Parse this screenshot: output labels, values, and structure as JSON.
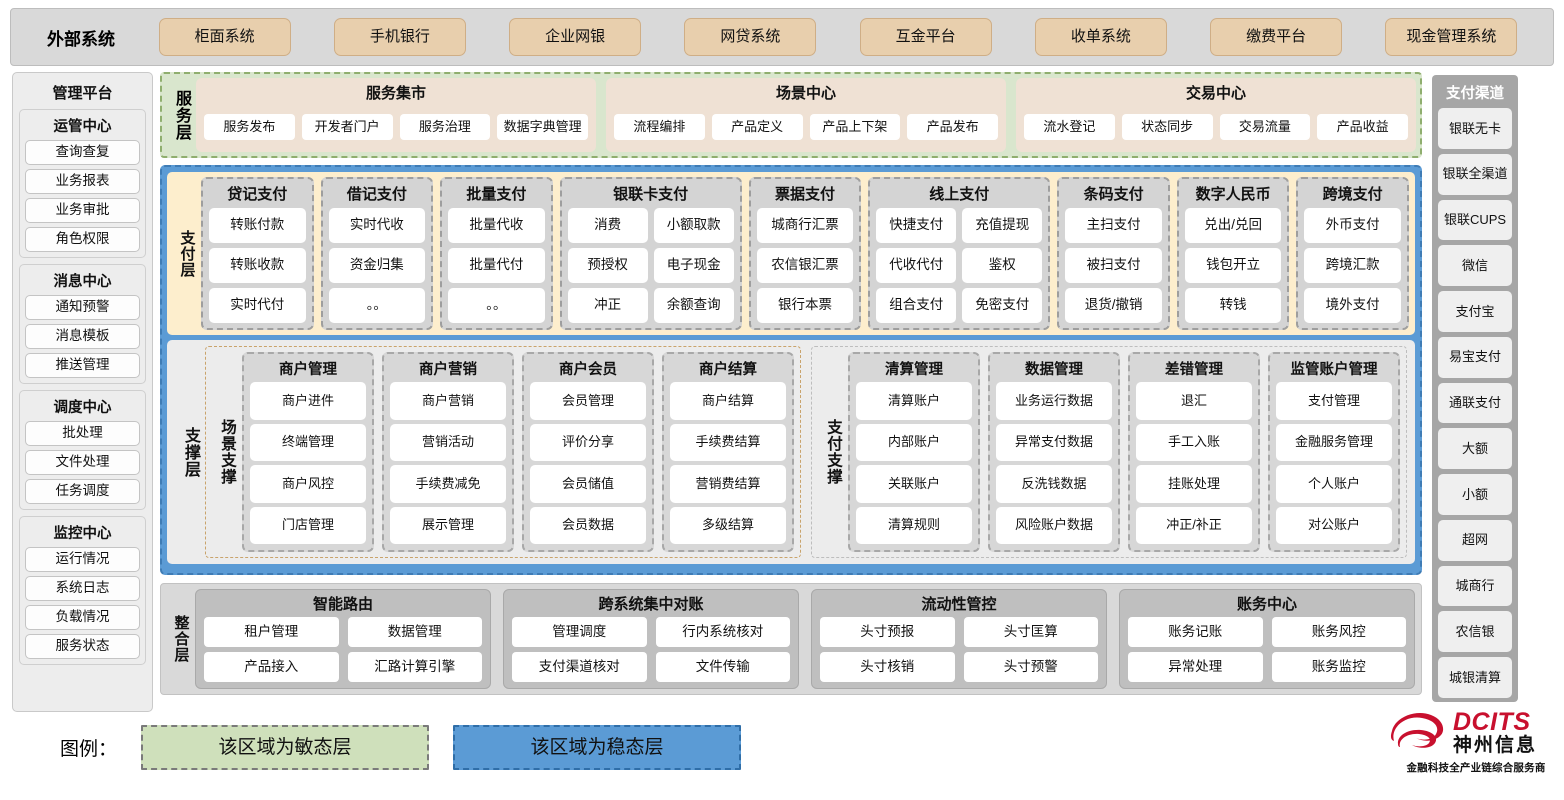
{
  "external_systems": {
    "title": "外部系统",
    "items": [
      "柜面系统",
      "手机银行",
      "企业网银",
      "网贷系统",
      "互金平台",
      "收单系统",
      "缴费平台",
      "现金管理系统"
    ]
  },
  "management_platform": {
    "title": "管理平台",
    "groups": [
      {
        "title": "运管中心",
        "items": [
          "查询查复",
          "业务报表",
          "业务审批",
          "角色权限"
        ]
      },
      {
        "title": "消息中心",
        "items": [
          "通知预警",
          "消息模板",
          "推送管理"
        ]
      },
      {
        "title": "调度中心",
        "items": [
          "批处理",
          "文件处理",
          "任务调度"
        ]
      },
      {
        "title": "监控中心",
        "items": [
          "运行情况",
          "系统日志",
          "负载情况",
          "服务状态"
        ]
      }
    ]
  },
  "service_layer": {
    "label": "服务层",
    "groups": [
      {
        "title": "服务集市",
        "items": [
          "服务发布",
          "开发者门户",
          "服务治理",
          "数据字典管理"
        ]
      },
      {
        "title": "场景中心",
        "items": [
          "流程编排",
          "产品定义",
          "产品上下架",
          "产品发布"
        ]
      },
      {
        "title": "交易中心",
        "items": [
          "流水登记",
          "状态同步",
          "交易流量",
          "产品收益"
        ]
      }
    ]
  },
  "payment_layer": {
    "label": "支付层",
    "groups": [
      {
        "title": "贷记支付",
        "cols": 1,
        "items": [
          "转账付款",
          "转账收款",
          "实时代付"
        ]
      },
      {
        "title": "借记支付",
        "cols": 1,
        "items": [
          "实时代收",
          "资金归集",
          "。。"
        ]
      },
      {
        "title": "批量支付",
        "cols": 1,
        "items": [
          "批量代收",
          "批量代付",
          "。。"
        ]
      },
      {
        "title": "银联卡支付",
        "cols": 2,
        "items": [
          "消费",
          "小额取款",
          "预授权",
          "电子现金",
          "冲正",
          "余额查询"
        ]
      },
      {
        "title": "票据支付",
        "cols": 1,
        "items": [
          "城商行汇票",
          "农信银汇票",
          "银行本票"
        ]
      },
      {
        "title": "线上支付",
        "cols": 2,
        "items": [
          "快捷支付",
          "充值提现",
          "代收代付",
          "鉴权",
          "组合支付",
          "免密支付"
        ]
      },
      {
        "title": "条码支付",
        "cols": 1,
        "items": [
          "主扫支付",
          "被扫支付",
          "退货/撤销"
        ]
      },
      {
        "title": "数字人民币",
        "cols": 1,
        "items": [
          "兑出/兑回",
          "钱包开立",
          "转钱"
        ]
      },
      {
        "title": "跨境支付",
        "cols": 1,
        "items": [
          "外币支付",
          "跨境汇款",
          "境外支付"
        ]
      }
    ]
  },
  "support_layer": {
    "label": "支撑层",
    "panels": [
      {
        "label": "场景支撑",
        "columns": [
          {
            "title": "商户管理",
            "items": [
              "商户进件",
              "终端管理",
              "商户风控",
              "门店管理"
            ]
          },
          {
            "title": "商户营销",
            "items": [
              "商户营销",
              "营销活动",
              "手续费减免",
              "展示管理"
            ]
          },
          {
            "title": "商户会员",
            "items": [
              "会员管理",
              "评价分享",
              "会员储值",
              "会员数据"
            ]
          },
          {
            "title": "商户结算",
            "items": [
              "商户结算",
              "手续费结算",
              "营销费结算",
              "多级结算"
            ]
          }
        ]
      },
      {
        "label": "支付支撑",
        "columns": [
          {
            "title": "清算管理",
            "items": [
              "清算账户",
              "内部账户",
              "关联账户",
              "清算规则"
            ]
          },
          {
            "title": "数据管理",
            "items": [
              "业务运行数据",
              "异常支付数据",
              "反洗钱数据",
              "风险账户数据"
            ]
          },
          {
            "title": "差错管理",
            "items": [
              "退汇",
              "手工入账",
              "挂账处理",
              "冲正/补正"
            ]
          },
          {
            "title": "监管账户管理",
            "items": [
              "支付管理",
              "金融服务管理",
              "个人账户",
              "对公账户"
            ]
          }
        ]
      }
    ]
  },
  "integration_layer": {
    "label": "整合层",
    "groups": [
      {
        "title": "智能路由",
        "items": [
          "租户管理",
          "数据管理",
          "产品接入",
          "汇路计算引擎"
        ]
      },
      {
        "title": "跨系统集中对账",
        "items": [
          "管理调度",
          "行内系统核对",
          "支付渠道核对",
          "文件传输"
        ]
      },
      {
        "title": "流动性管控",
        "items": [
          "头寸预报",
          "头寸匡算",
          "头寸核销",
          "头寸预警"
        ]
      },
      {
        "title": "账务中心",
        "items": [
          "账务记账",
          "账务风控",
          "异常处理",
          "账务监控"
        ]
      }
    ]
  },
  "payment_channels": {
    "title": "支付渠道",
    "items": [
      "银联无卡",
      "银联全渠道",
      "银联CUPS",
      "微信",
      "支付宝",
      "易宝支付",
      "通联支付",
      "大额",
      "小额",
      "超网",
      "城商行",
      "农信银",
      "城银清算"
    ]
  },
  "legend": {
    "label": "图例：",
    "agile": "该区域为敏态层",
    "stable": "该区域为稳态层",
    "agile_color": "#cfe0bb",
    "stable_color": "#5b9bd5"
  },
  "logo": {
    "brand": "DCITS",
    "brand_cn": "神州信息",
    "tagline": "金融科技全产业链综合服务商",
    "brand_color": "#c8102e"
  }
}
